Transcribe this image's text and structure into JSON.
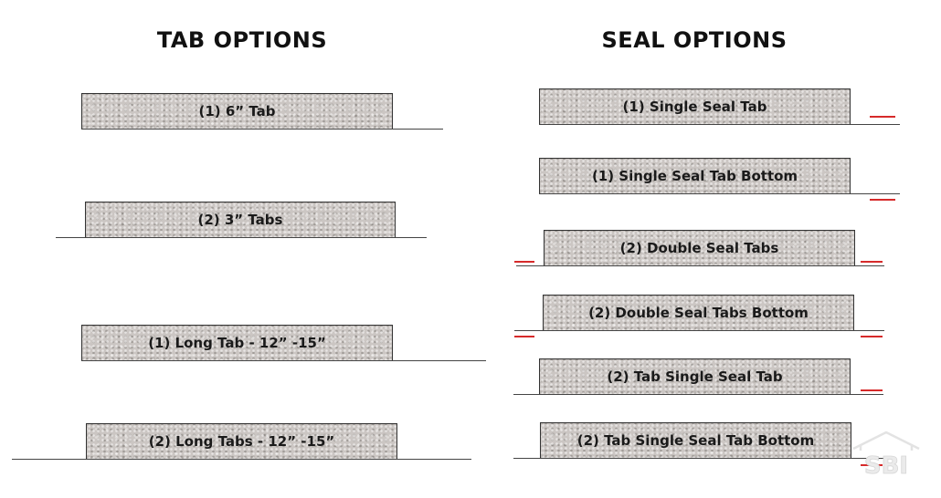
{
  "headings": {
    "tab_options": "TAB OPTIONS",
    "seal_options": "SEAL OPTIONS"
  },
  "tab_options": [
    "(1) 6” Tab",
    "(2) 3” Tabs",
    "(1) Long Tab - 12” -15”",
    "(2) Long Tabs - 12” -15”"
  ],
  "seal_options": [
    "(1) Single Seal Tab",
    "(1) Single Seal Tab Bottom",
    "(2) Double Seal Tabs",
    "(2) Double Seal Tabs Bottom",
    "(2) Tab Single Seal Tab",
    "(2) Tab Single Seal Tab Bottom"
  ],
  "logo": {
    "text": "SBI"
  },
  "colors": {
    "panel": "#cbc6c3",
    "seal_mark": "#d62a2a",
    "baseline": "#444444"
  }
}
